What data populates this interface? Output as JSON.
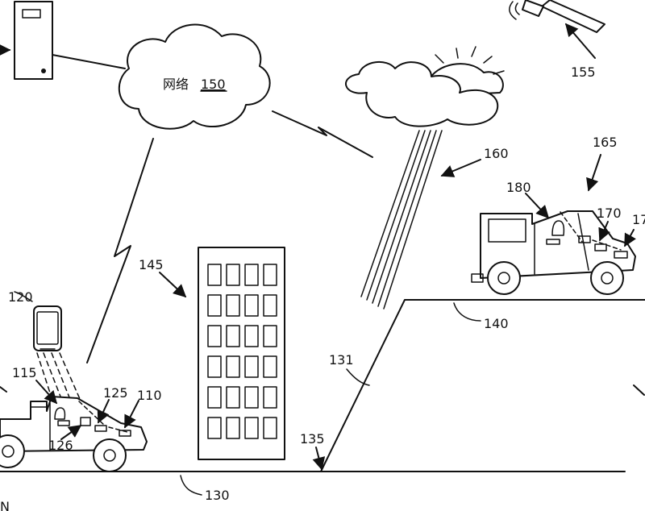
{
  "network": {
    "name": "网络",
    "ref": "150"
  },
  "labels": {
    "r110": "110",
    "r115": "115",
    "r120": "120",
    "r125": "125",
    "r126": "126",
    "r130": "130",
    "r131": "131",
    "r135": "135",
    "r140": "140",
    "r145": "145",
    "r155": "155",
    "r160": "160",
    "r165": "165",
    "r170": "170",
    "r175": "17",
    "r180": "180",
    "n_edge": "N"
  }
}
